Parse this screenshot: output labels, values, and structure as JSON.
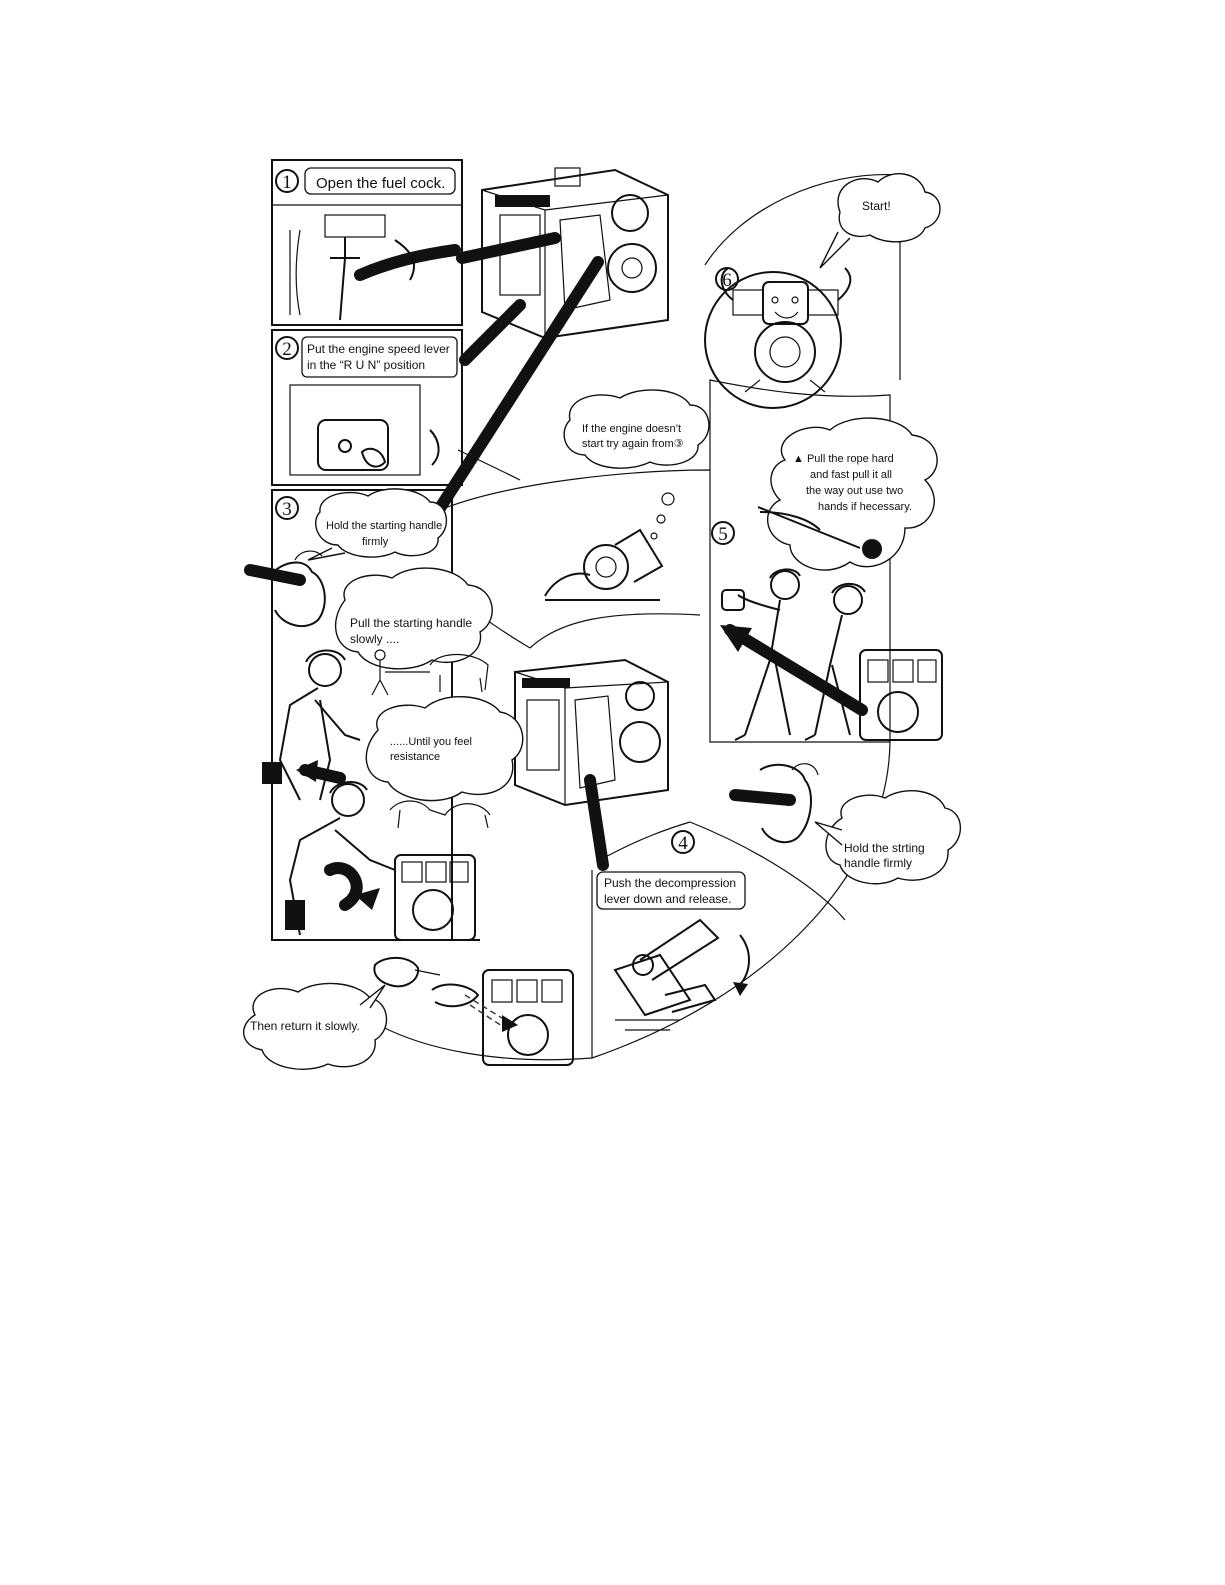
{
  "steps": [
    {
      "number": "1",
      "lines": [
        "Open the fuel cock."
      ]
    },
    {
      "number": "2",
      "lines": [
        "Put the engine speed lever",
        "in the “R U N” position"
      ]
    },
    {
      "number": "3",
      "lines": [
        "Hold the starting handle",
        "firmly"
      ]
    },
    {
      "number": "4",
      "lines": [
        "Push the decompression",
        "lever down and release."
      ]
    },
    {
      "number": "5",
      "lines": [
        "▲ Pull the rope hard",
        "and fast pull it all",
        "the way out use two",
        "hands if hecessary."
      ]
    },
    {
      "number": "6",
      "lines": [
        "Start!"
      ]
    }
  ],
  "bubbles": {
    "retry": [
      "If the engine doesn’t",
      "start try again from③"
    ],
    "pull_slowly": [
      "Pull the starting handle",
      "slowly ...."
    ],
    "resistance": [
      "......Until you feel",
      "resistance"
    ],
    "return_slowly": [
      "Then return it slowly."
    ],
    "hold_strting": [
      "Hold the strting",
      "handle firmly"
    ]
  },
  "colors": {
    "ink": "#111111",
    "paper": "#ffffff"
  }
}
